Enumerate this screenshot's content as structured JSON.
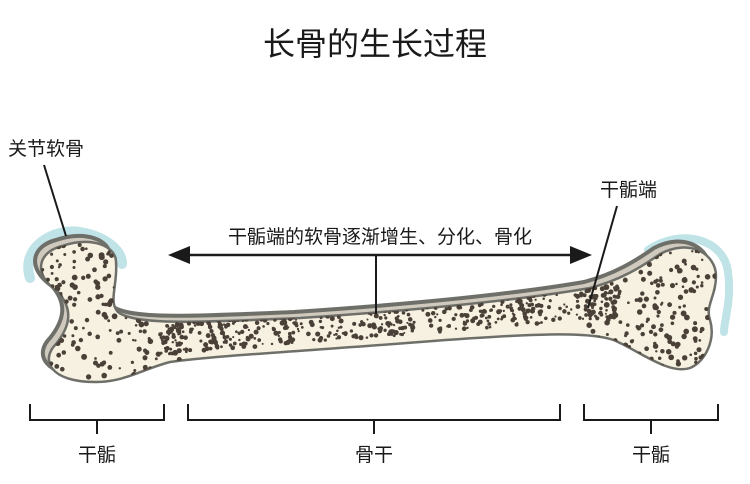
{
  "title": "长骨的生长过程",
  "labels": {
    "articular_cartilage": "关节软骨",
    "epiphyseal_plate": "干骺端",
    "process": "干骺端的软骨逐渐增生、分化、骨化"
  },
  "regions": {
    "left_epiphysis": "干骺",
    "diaphysis": "骨干",
    "right_epiphysis": "干骺"
  },
  "colors": {
    "bone_fill": "#f6f1e0",
    "bone_outline": "#6f6f6a",
    "bone_outer": "#cfcabd",
    "cartilage_glow": "#bfe3e6",
    "dots": "#4a4038",
    "line": "#1a1a1a"
  }
}
